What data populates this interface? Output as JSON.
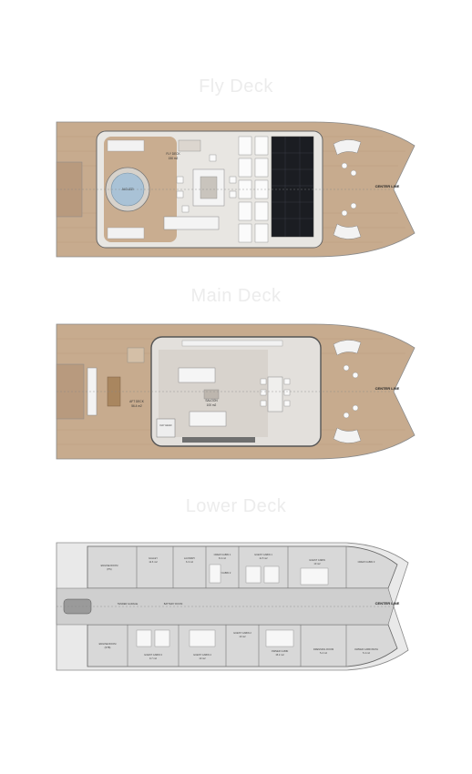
{
  "decks": {
    "fly": {
      "title": "Fly Deck",
      "center_line": "CENTER LINE",
      "rooms": [
        {
          "name": "JACUZZI",
          "area": ""
        },
        {
          "name": "FLY DECK",
          "area": "150 m2"
        }
      ]
    },
    "main": {
      "title": "Main Deck",
      "center_line": "CENTER LINE",
      "rooms": [
        {
          "name": "AFT DECK",
          "area": "56.4 m2"
        },
        {
          "name": "SALOON",
          "area": "100 m2"
        },
        {
          "name": "DAY HEAD",
          "area": ""
        }
      ]
    },
    "lower": {
      "title": "Lower Deck",
      "center_line": "CENTER LINE",
      "rooms": [
        {
          "name": "ENGINE ROOM",
          "area": "(PS)"
        },
        {
          "name": "GALLEY",
          "area": "12.6 m2"
        },
        {
          "name": "LAUNDRY",
          "area": "6.3 m2"
        },
        {
          "name": "CREW CABIN 1",
          "area": "8.4 m2"
        },
        {
          "name": "GUEST CABIN 1",
          "area": "11.5 m2"
        },
        {
          "name": "GUEST CABIN",
          "area": "10 m2"
        },
        {
          "name": "CREW CABIN 2",
          "area": ""
        },
        {
          "name": "CREW CABIN 3",
          "area": ""
        },
        {
          "name": "TENDER GARAGE",
          "area": ""
        },
        {
          "name": "BATTERY ROOM",
          "area": ""
        },
        {
          "name": "ENGINE ROOM",
          "area": "(STB)"
        },
        {
          "name": "GUEST CABIN 3",
          "area": "9.7 m2"
        },
        {
          "name": "GUEST CABIN 4",
          "area": "10 m2"
        },
        {
          "name": "GUEST CABIN 2",
          "area": "10 m2"
        },
        {
          "name": "OWNER CABIN",
          "area": "15.2 m2"
        },
        {
          "name": "DRESSING ROOM",
          "area": "5.2 m2"
        },
        {
          "name": "OWNER CABIN BATH",
          "area": "5.4 m2"
        }
      ]
    }
  },
  "colors": {
    "teak": "#c7ab8e",
    "teak_dark": "#a88a6c",
    "white_deck": "#ececec",
    "lower_floor": "#d8d8d8",
    "corridor": "#e9e9e9",
    "hull_outline": "#8a8a8a",
    "solar": "#1b1d22",
    "title": "#ececec"
  }
}
